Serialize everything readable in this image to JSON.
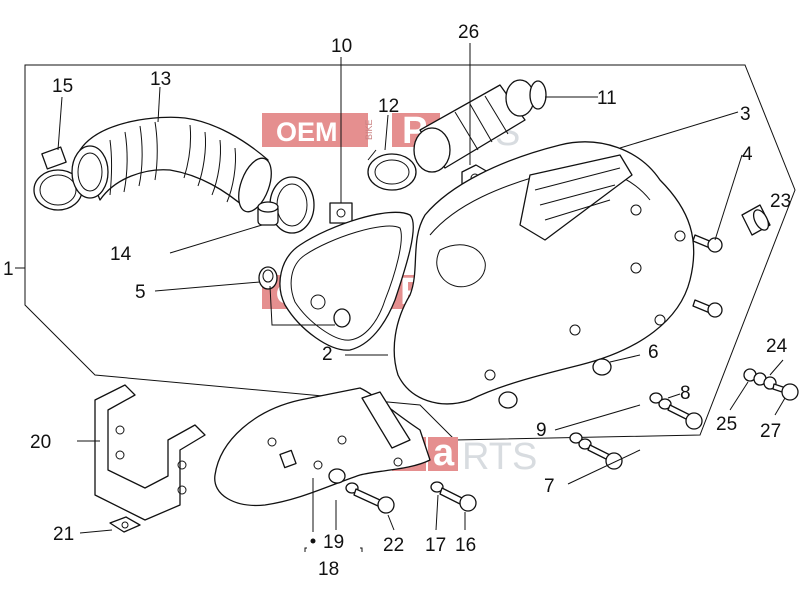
{
  "diagram": {
    "callouts": [
      "1",
      "2",
      "3",
      "4",
      "5",
      "6",
      "7",
      "8",
      "9",
      "10",
      "11",
      "12",
      "13",
      "14",
      "15",
      "16",
      "17",
      "18",
      "19",
      "20",
      "21",
      "22",
      "23",
      "24",
      "25",
      "26",
      "27"
    ]
  },
  "watermark": {
    "oem": "OEM",
    "bike": "BIKE",
    "p": "P",
    "a": "a",
    "rts": "RTS"
  }
}
